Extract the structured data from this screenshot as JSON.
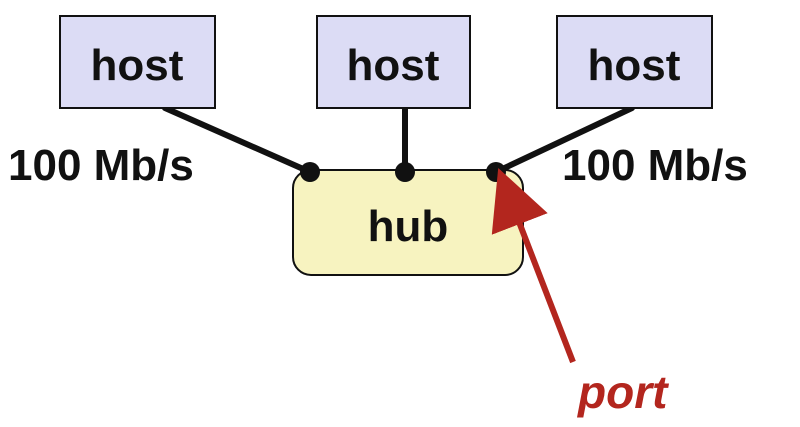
{
  "diagram": {
    "hosts": [
      {
        "label": "host"
      },
      {
        "label": "host"
      },
      {
        "label": "host"
      }
    ],
    "hub": {
      "label": "hub"
    },
    "links": {
      "left_speed": "100 Mb/s",
      "right_speed": "100 Mb/s"
    },
    "annotation": {
      "label": "port"
    }
  },
  "colors": {
    "host_fill": "#dcdcf5",
    "hub_fill": "#f7f3c0",
    "stroke": "#111111",
    "annotation": "#b3261e"
  }
}
